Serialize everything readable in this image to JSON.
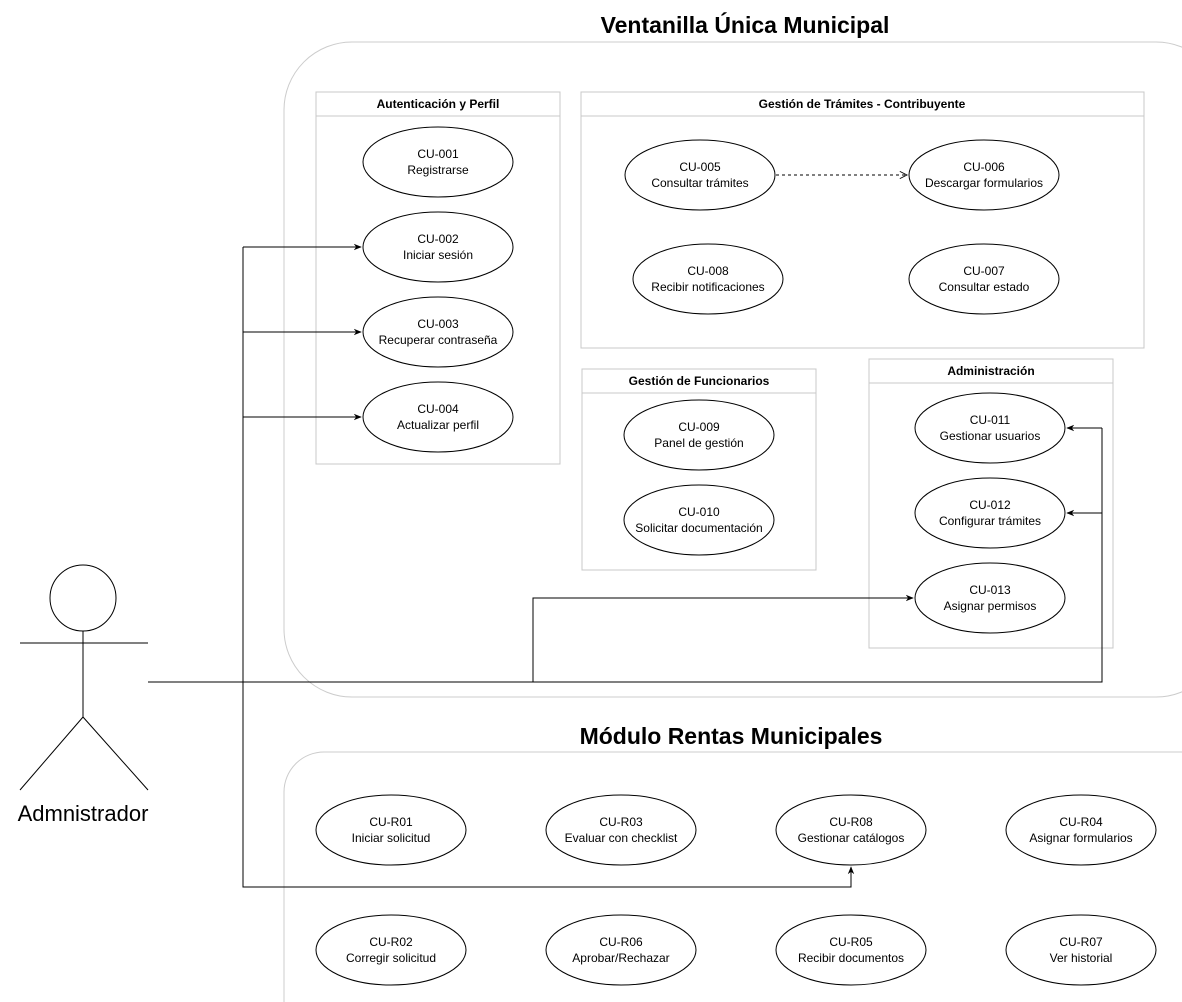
{
  "systems": {
    "ventanilla": {
      "title": "Ventanilla Única Municipal"
    },
    "rentas": {
      "title": "Módulo Rentas Municipales"
    }
  },
  "packages": {
    "auth": {
      "title": "Autenticación y Perfil"
    },
    "tramites": {
      "title": "Gestión de Trámites - Contribuyente"
    },
    "funcionarios": {
      "title": "Gestión de Funcionarios"
    },
    "admin": {
      "title": "Administración"
    }
  },
  "use_cases": {
    "cu001": {
      "code": "CU-001",
      "label": "Registrarse"
    },
    "cu002": {
      "code": "CU-002",
      "label": "Iniciar sesión"
    },
    "cu003": {
      "code": "CU-003",
      "label": "Recuperar contraseña"
    },
    "cu004": {
      "code": "CU-004",
      "label": "Actualizar perfil"
    },
    "cu005": {
      "code": "CU-005",
      "label": "Consultar trámites"
    },
    "cu006": {
      "code": "CU-006",
      "label": "Descargar formularios"
    },
    "cu008": {
      "code": "CU-008",
      "label": "Recibir notificaciones"
    },
    "cu007": {
      "code": "CU-007",
      "label": "Consultar estado"
    },
    "cu009": {
      "code": "CU-009",
      "label": "Panel de gestión"
    },
    "cu010": {
      "code": "CU-010",
      "label": "Solicitar documentación"
    },
    "cu011": {
      "code": "CU-011",
      "label": "Gestionar usuarios"
    },
    "cu012": {
      "code": "CU-012",
      "label": "Configurar trámites"
    },
    "cu013": {
      "code": "CU-013",
      "label": "Asignar permisos"
    },
    "cur01": {
      "code": "CU-R01",
      "label": "Iniciar solicitud"
    },
    "cur03": {
      "code": "CU-R03",
      "label": "Evaluar con checklist"
    },
    "cur08": {
      "code": "CU-R08",
      "label": "Gestionar catálogos"
    },
    "cur04": {
      "code": "CU-R04",
      "label": "Asignar formularios"
    },
    "cur02": {
      "code": "CU-R02",
      "label": "Corregir solicitud"
    },
    "cur06": {
      "code": "CU-R06",
      "label": "Aprobar/Rechazar"
    },
    "cur05": {
      "code": "CU-R05",
      "label": "Recibir documentos"
    },
    "cur07": {
      "code": "CU-R07",
      "label": "Ver historial"
    }
  },
  "actor": {
    "name": "Admnistrador"
  }
}
